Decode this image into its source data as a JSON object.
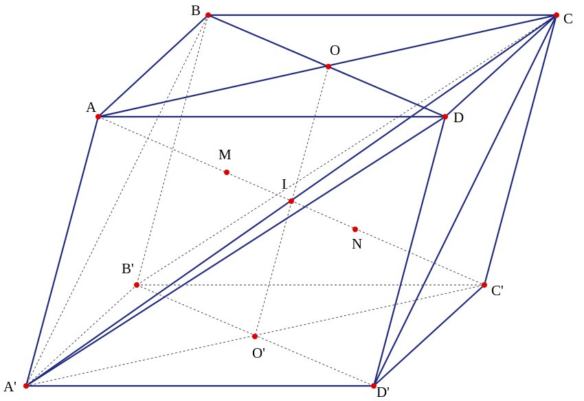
{
  "diagram": {
    "colors": {
      "solid_edge": "#1f2a80",
      "hidden_edge": "#333333",
      "point": "#e00000",
      "label": "#000000",
      "background": "#ffffff"
    },
    "points": [
      {
        "id": "A",
        "label": "A"
      },
      {
        "id": "B",
        "label": "B"
      },
      {
        "id": "C",
        "label": "C"
      },
      {
        "id": "D",
        "label": "D"
      },
      {
        "id": "O",
        "label": "O"
      },
      {
        "id": "A1",
        "label": "A'"
      },
      {
        "id": "B1",
        "label": "B'"
      },
      {
        "id": "C1",
        "label": "C'"
      },
      {
        "id": "D1",
        "label": "D'"
      },
      {
        "id": "O1",
        "label": "O'"
      },
      {
        "id": "M",
        "label": "M"
      },
      {
        "id": "I",
        "label": "I"
      },
      {
        "id": "N",
        "label": "N"
      }
    ],
    "solid_segments": [
      [
        "A",
        "B"
      ],
      [
        "B",
        "C"
      ],
      [
        "A",
        "D"
      ],
      [
        "A",
        "C"
      ],
      [
        "B",
        "D"
      ],
      [
        "A",
        "A1"
      ],
      [
        "C",
        "C1"
      ],
      [
        "D",
        "D1"
      ],
      [
        "A1",
        "D1"
      ],
      [
        "D1",
        "C1"
      ],
      [
        "A1",
        "D"
      ],
      [
        "A1",
        "C"
      ],
      [
        "C",
        "D1"
      ],
      [
        "C",
        "D"
      ]
    ],
    "dashed_segments": [
      [
        "B",
        "B1"
      ],
      [
        "B1",
        "C1"
      ],
      [
        "A1",
        "B1"
      ],
      [
        "B1",
        "D1"
      ],
      [
        "A1",
        "C1"
      ],
      [
        "A",
        "C1"
      ],
      [
        "O",
        "O1"
      ],
      [
        "B",
        "A1"
      ],
      [
        "A1",
        "C"
      ],
      [
        "B1",
        "C"
      ],
      [
        "D1",
        "C"
      ]
    ]
  }
}
